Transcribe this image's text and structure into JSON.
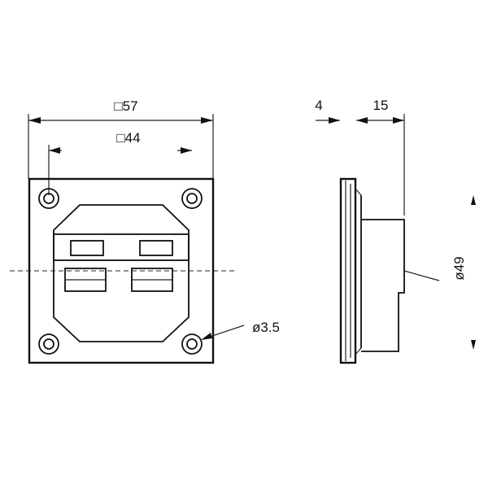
{
  "front_view": {
    "outer_width_label": "□57",
    "hole_spacing_label": "□44",
    "hole_diameter_label": "ø3.5"
  },
  "side_view": {
    "thickness_label": "4",
    "depth_label": "15",
    "diameter_label": "ø49"
  }
}
